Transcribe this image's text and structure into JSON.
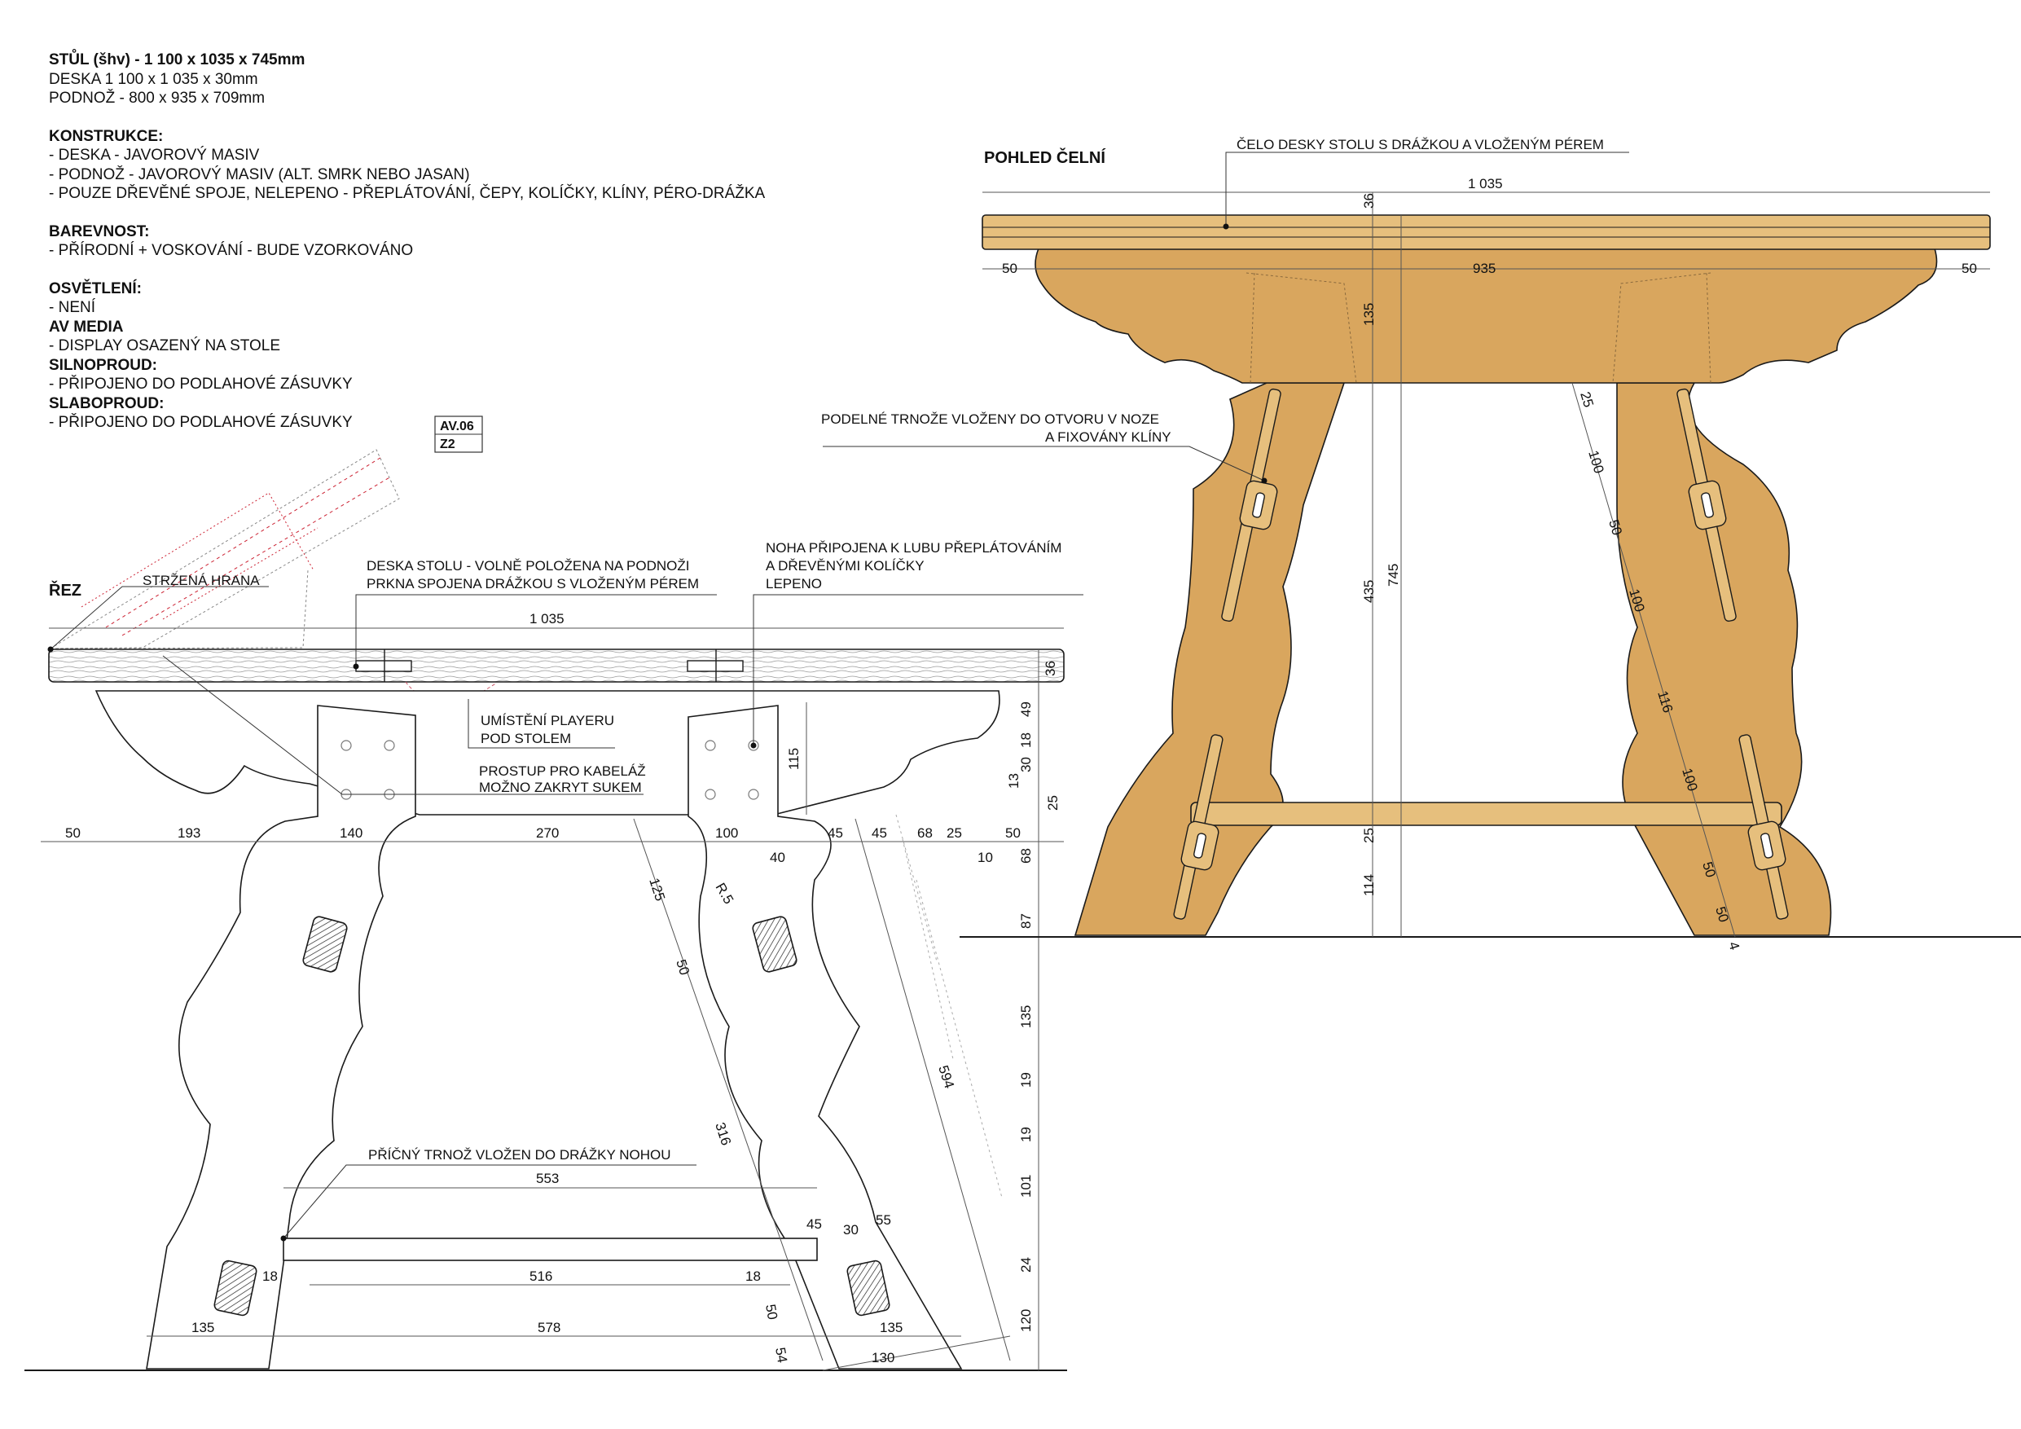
{
  "spec": {
    "title": "STŮL (šhv) - 1 100 x 1035 x 745mm",
    "line_desk": "DESKA 1 100 x 1 035 x 30mm",
    "line_base": "PODNOŽ - 800 x 935 x 709mm",
    "construction_heading": "KONSTRUKCE:",
    "construction": [
      "- DESKA - JAVOROVÝ MASIV",
      "- PODNOŽ - JAVOROVÝ MASIV (ALT. SMRK NEBO JASAN)",
      "- POUZE DŘEVĚNÉ SPOJE, NELEPENO - PŘEPLÁTOVÁNÍ, ČEPY, KOLÍČKY, KLÍNY, PÉRO-DRÁŽKA"
    ],
    "color_heading": "BAREVNOST:",
    "color": "- PŘÍRODNÍ + VOSKOVÁNÍ - BUDE VZORKOVÁNO",
    "lighting_heading": "OSVĚTLENÍ:",
    "lighting": "- NENÍ",
    "av_heading": "AV MEDIA",
    "av": "- DISPLAY OSAZENÝ NA STOLE",
    "power_heading": "SILNOPROUD:",
    "power": "- PŘIPOJENO DO PODLAHOVÉ ZÁSUVKY",
    "lowcurrent_heading": "SLABOPROUD:",
    "lowcurrent": "- PŘIPOJENO DO PODLAHOVÉ ZÁSUVKY"
  },
  "tag": {
    "code": "AV.06",
    "sub": "Z2"
  },
  "section": {
    "title": "ŘEZ",
    "notes": {
      "chamfer": "STRŽENÁ HRANA",
      "top_line1": "DESKA STOLU - VOLNĚ POLOŽENA NA PODNOŽI",
      "top_line2": "PRKNA SPOJENA DRÁŽKOU S VLOŽENÝM PÉREM",
      "leg_line1": "NOHA PŘIPOJENA K LUBU PŘEPLÁTOVÁNÍM",
      "leg_line2": "A DŘEVĚNÝMI KOLÍČKY",
      "leg_line3": "LEPENO",
      "player_line1": "UMÍSTĚNÍ PLAYERU",
      "player_line2": "POD STOLEM",
      "cable_line1": "PROSTUP PRO KABELÁŽ",
      "cable_line2": "MOŽNO ZAKRYT SUKEM",
      "stretcher": "PŘÍČNÝ TRNOŽ VLOŽEN DO DRÁŽKY NOHOU"
    },
    "dims": {
      "width": "1 035",
      "thick": "36",
      "d50a": "50",
      "d193": "193",
      "d140": "140",
      "d270": "270",
      "d100": "100",
      "d45a": "45",
      "d45b": "45",
      "d68": "68",
      "d25a": "25",
      "d50b": "50",
      "d40": "40",
      "d10": "10",
      "r5": "R.5",
      "v49": "49",
      "v18": "18",
      "v13": "13",
      "v30": "30",
      "v25": "25",
      "v115": "115",
      "v68": "68",
      "v87": "87",
      "v135": "135",
      "v19a": "19",
      "v19b": "19",
      "v101": "101",
      "v24": "24",
      "v120": "120",
      "s125": "125",
      "s50": "50",
      "s316": "316",
      "s594": "594",
      "d553": "553",
      "d516": "516",
      "d18a": "18",
      "d18b": "18",
      "d45c": "45",
      "d30": "30",
      "d55": "55",
      "d135a": "135",
      "d578": "578",
      "d50c": "50",
      "d54": "54",
      "d135b": "135",
      "d130": "130"
    }
  },
  "front": {
    "title": "POHLED ČELNÍ",
    "notes": {
      "edge": "ČELO DESKY STOLU S DRÁŽKOU A VLOŽENÝM PÉREM",
      "rail_line1": "PODELNÉ TRNOŽE VLOŽENY DO OTVORU V NOZE",
      "rail_line2": "A FIXOVÁNY KLÍNY"
    },
    "dims": {
      "width": "1 035",
      "thick": "36",
      "inner": "935",
      "over_l": "50",
      "over_r": "50",
      "apron": "135",
      "leg": "435",
      "total": "745",
      "rail": "25",
      "floor": "114",
      "s25": "25",
      "s100a": "100",
      "s50a": "50",
      "s100b": "100",
      "s116": "116",
      "s100c": "100",
      "s50b": "50",
      "s50c": "50",
      "s4": "4"
    }
  },
  "colors": {
    "wood": "#D9A65E",
    "wood_light": "#E6BF7D",
    "line": "#1A1A1A"
  }
}
